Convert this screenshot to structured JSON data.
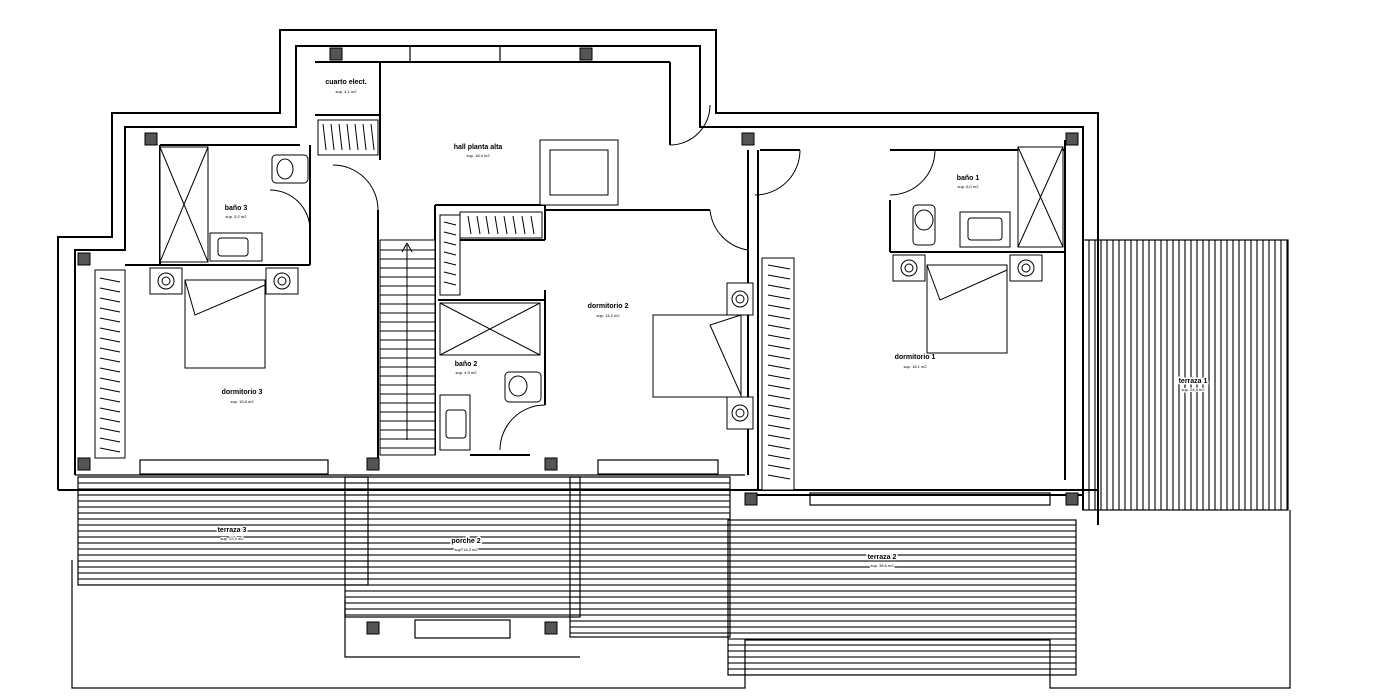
{
  "rooms": [
    {
      "id": "cuarto-electrico",
      "name": "cuarto elect.",
      "area": "sup. 4,1 m2"
    },
    {
      "id": "hall",
      "name": "hall planta alta",
      "area": "sup. 18,4 m2"
    },
    {
      "id": "bano-3",
      "name": "baño 3",
      "area": "sup. 5,2 m2"
    },
    {
      "id": "dormitorio-3",
      "name": "dormitorio 3",
      "area": "sup. 15,8 m2"
    },
    {
      "id": "bano-2",
      "name": "baño 2",
      "area": "sup. 4,9 m2"
    },
    {
      "id": "dormitorio-2",
      "name": "dormitorio 2",
      "area": "sup. 14,2 m2"
    },
    {
      "id": "bano-1",
      "name": "baño 1",
      "area": "sup. 6,0 m2"
    },
    {
      "id": "dormitorio-1",
      "name": "dormitorio 1",
      "area": "sup. 18,1 m2"
    },
    {
      "id": "terraza-1",
      "name": "terraza 1",
      "area": "sup. 24,5 m2"
    },
    {
      "id": "terraza-3",
      "name": "terraza 3",
      "area": "sup. 22,0 m2"
    },
    {
      "id": "porche",
      "name": "porche 2",
      "area": "sup. 14,3 m2"
    },
    {
      "id": "terraza-2",
      "name": "terraza 2",
      "area": "sup. 38,6 m2"
    }
  ]
}
